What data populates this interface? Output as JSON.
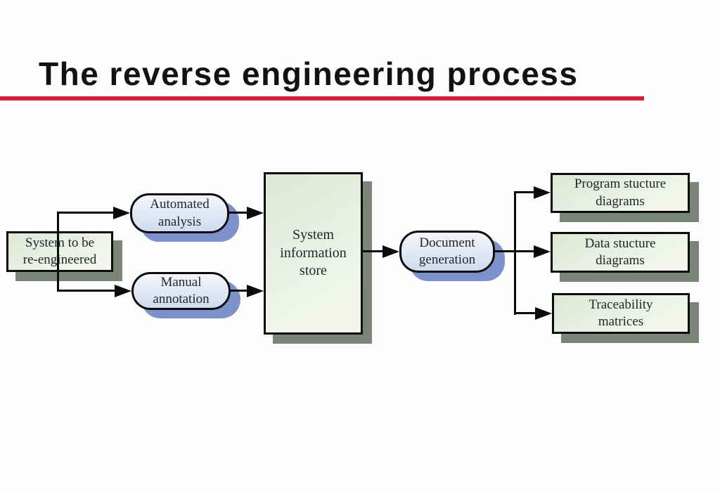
{
  "slide": {
    "title": "The reverse engineering process"
  },
  "colors": {
    "background": "#fcfcfc",
    "title_text": "#121212",
    "accent_underline": "#d6203a",
    "rect_fill_start": "#dce8d3",
    "rect_fill_end": "#f2f6ed",
    "rect_shadow": "#7c8678",
    "stadium_fill_start": "#f3f6fb",
    "stadium_fill_end": "#cfdcef",
    "stadium_shadow": "#7d92cb",
    "line_color": "#0b0b0b",
    "node_text": "#22262e"
  },
  "diagram": {
    "nodes": {
      "system_to_be_reengineered": {
        "label": "System to be\nre-engineered",
        "shape": "rectangle"
      },
      "automated_analysis": {
        "label": "Automated\nanalysis",
        "shape": "stadium"
      },
      "manual_annotation": {
        "label": "Manual\nannotation",
        "shape": "stadium"
      },
      "system_information_store": {
        "label": "System\ninformation\nstore",
        "shape": "rectangle"
      },
      "document_generation": {
        "label": "Document\ngeneration",
        "shape": "stadium"
      },
      "program_structure_diagrams": {
        "label": "Program stucture\ndiagrams",
        "shape": "rectangle"
      },
      "data_structure_diagrams": {
        "label": "Data stucture\ndiagrams",
        "shape": "rectangle"
      },
      "traceability_matrices": {
        "label": "Traceability\nmatrices",
        "shape": "rectangle"
      }
    },
    "edges": [
      {
        "from": "system_to_be_reengineered",
        "to": "automated_analysis"
      },
      {
        "from": "system_to_be_reengineered",
        "to": "manual_annotation"
      },
      {
        "from": "automated_analysis",
        "to": "system_information_store"
      },
      {
        "from": "manual_annotation",
        "to": "system_information_store"
      },
      {
        "from": "system_information_store",
        "to": "document_generation"
      },
      {
        "from": "document_generation",
        "to": "program_structure_diagrams"
      },
      {
        "from": "document_generation",
        "to": "data_structure_diagrams"
      },
      {
        "from": "document_generation",
        "to": "traceability_matrices"
      }
    ]
  }
}
